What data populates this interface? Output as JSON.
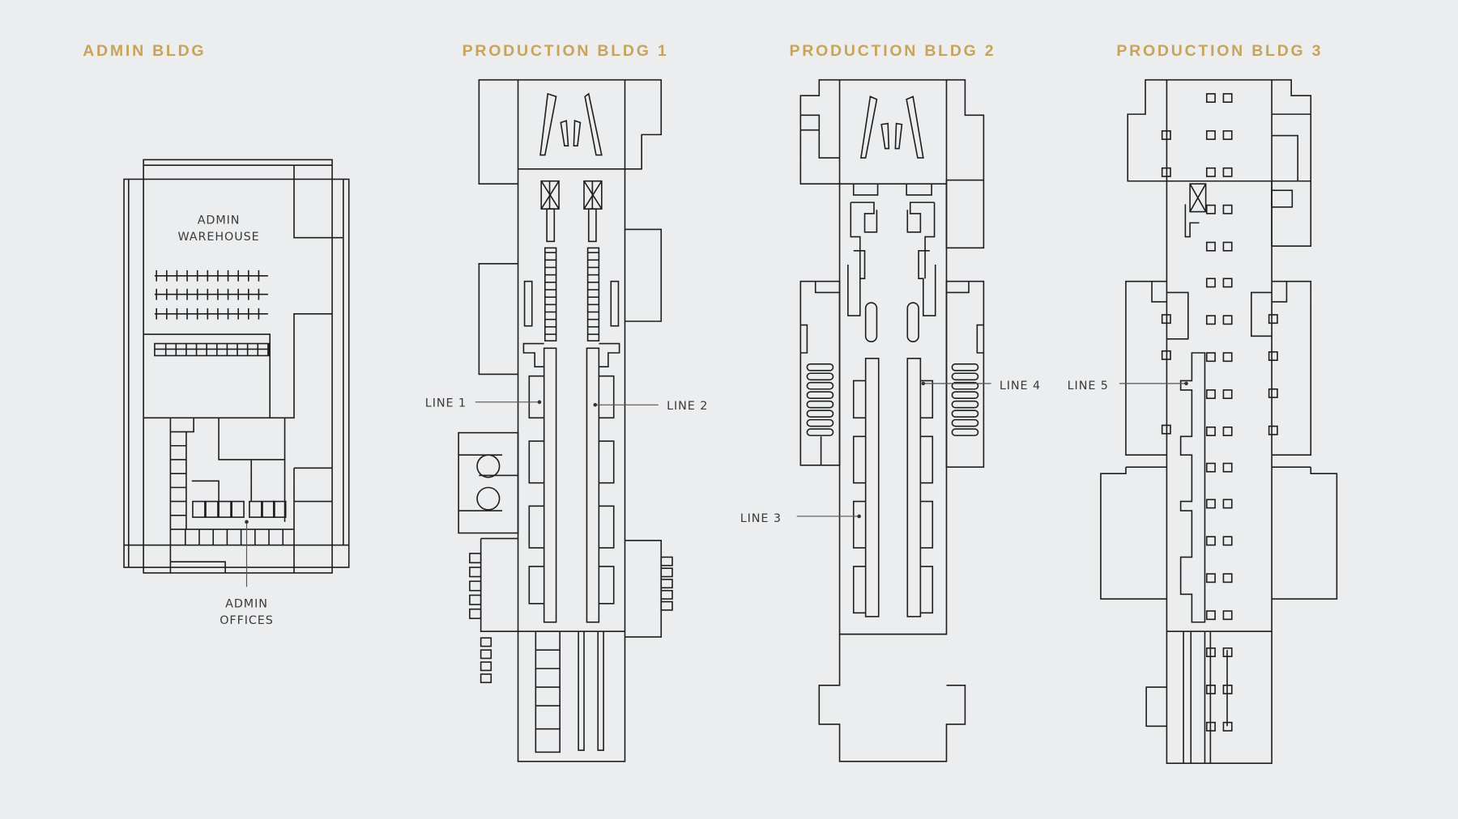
{
  "buildings": [
    {
      "title": "ADMIN BLDG",
      "areas": [
        "ADMIN",
        "WAREHOUSE"
      ],
      "offices": [
        "ADMIN",
        "OFFICES"
      ]
    },
    {
      "title": "PRODUCTION BLDG 1",
      "lines": [
        "LINE 1",
        "LINE 2"
      ]
    },
    {
      "title": "PRODUCTION BLDG 2",
      "lines": [
        "LINE 3",
        "LINE 4"
      ]
    },
    {
      "title": "PRODUCTION BLDG 3",
      "lines": [
        "LINE 5"
      ]
    }
  ],
  "colors": {
    "background": "#ebedef",
    "title": "#c8a45a",
    "lines": "#1e1e1e"
  }
}
